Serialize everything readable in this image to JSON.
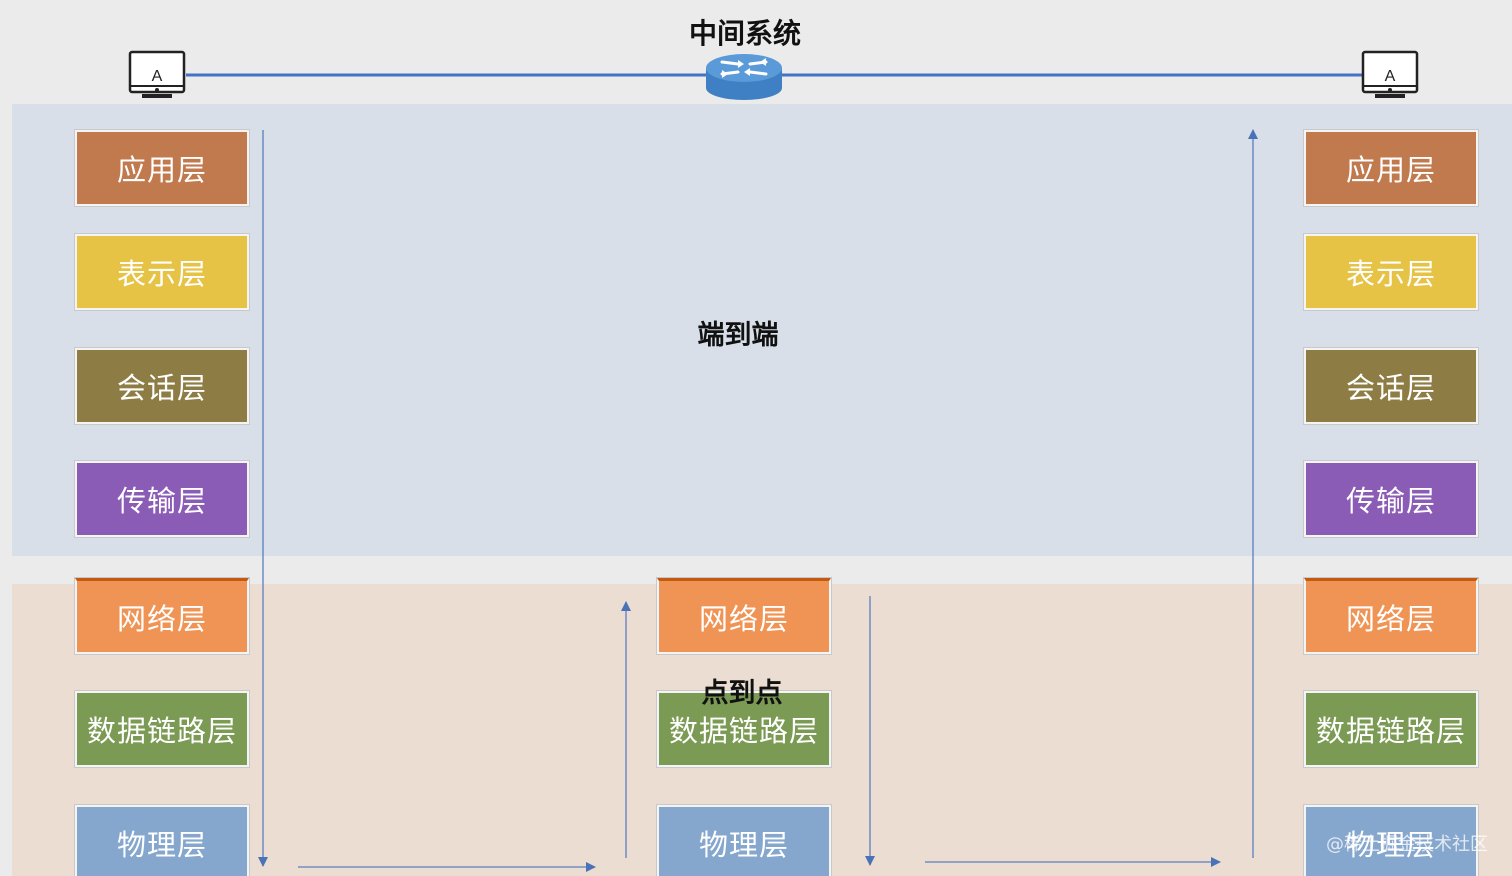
{
  "title": "中间系统",
  "end_to_end_label": "端到端",
  "point_to_point_label": "点到点",
  "left_computer": {
    "label": "A",
    "icon": "computer-icon"
  },
  "right_computer": {
    "label": "A",
    "icon": "computer-icon"
  },
  "router": {
    "icon": "router-icon"
  },
  "left_stack": {
    "application": "应用层",
    "presentation": "表示层",
    "session": "会话层",
    "transport": "传输层",
    "network": "网络层",
    "datalink": "数据链路层",
    "physical": "物理层"
  },
  "middle_stack": {
    "network": "网络层",
    "datalink": "数据链路层",
    "physical": "物理层"
  },
  "right_stack": {
    "application": "应用层",
    "presentation": "表示层",
    "session": "会话层",
    "transport": "传输层",
    "network": "网络层",
    "datalink": "数据链路层",
    "physical": "物理层"
  },
  "colors": {
    "application": "#c07a4e",
    "presentation": "#e6c245",
    "session": "#8d7d45",
    "transport": "#8a5cb6",
    "network": "#f09455",
    "datalink": "#7b9a53",
    "physical": "#86a7cd",
    "link_line": "#4472c4",
    "arrow": "#4472c4"
  },
  "watermark": "@稀土掘金技术社区"
}
